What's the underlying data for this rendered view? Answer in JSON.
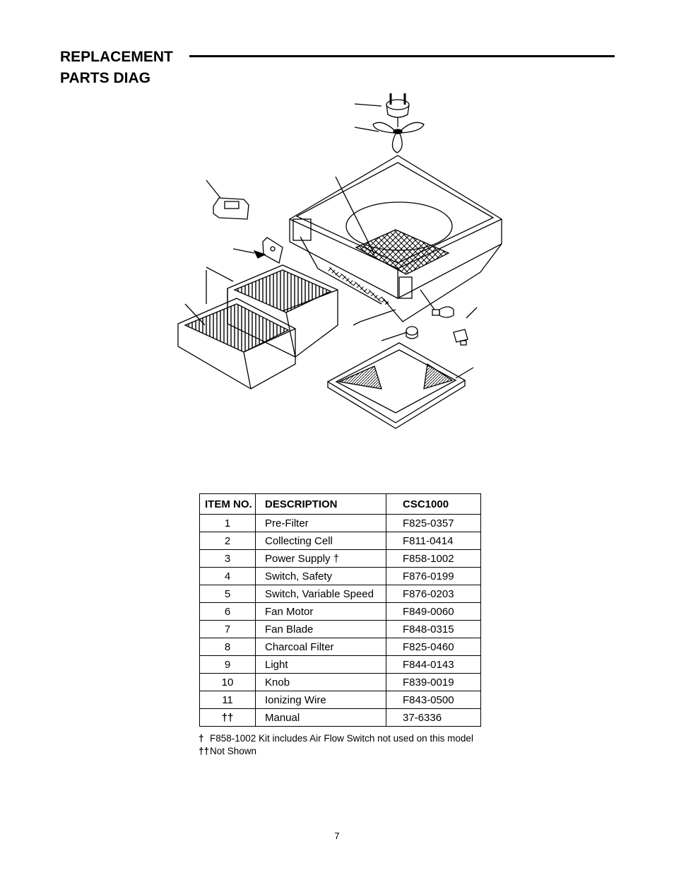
{
  "heading": {
    "line1": "REPLACEMENT",
    "line2": "PARTS DIAG"
  },
  "table": {
    "headers": [
      "ITEM NO.",
      "DESCRIPTION",
      "CSC1000"
    ],
    "rows": [
      {
        "item": "1",
        "description": "Pre-Filter",
        "part": "F825-0357"
      },
      {
        "item": "2",
        "description": "Collecting Cell",
        "part": "F811-0414"
      },
      {
        "item": "3",
        "description": "Power Supply  †",
        "part": "F858-1002"
      },
      {
        "item": "4",
        "description": "Switch, Safety",
        "part": "F876-0199"
      },
      {
        "item": "5",
        "description": "Switch, Variable Speed",
        "part": "F876-0203"
      },
      {
        "item": "6",
        "description": "Fan Motor",
        "part": "F849-0060"
      },
      {
        "item": "7",
        "description": "Fan Blade",
        "part": "F848-0315"
      },
      {
        "item": "8",
        "description": "Charcoal Filter",
        "part": "F825-0460"
      },
      {
        "item": "9",
        "description": "Light",
        "part": "F844-0143"
      },
      {
        "item": "10",
        "description": "Knob",
        "part": "F839-0019"
      },
      {
        "item": "11",
        "description": "Ionizing Wire",
        "part": "F843-0500"
      },
      {
        "item": "††",
        "description": "Manual",
        "part": "37-6336"
      }
    ]
  },
  "notes": [
    {
      "mark": "†",
      "text": "F858-1002 Kit includes Air Flow Switch not used on this model"
    },
    {
      "mark": "††",
      "text": "Not Shown"
    }
  ],
  "page_number": "7"
}
